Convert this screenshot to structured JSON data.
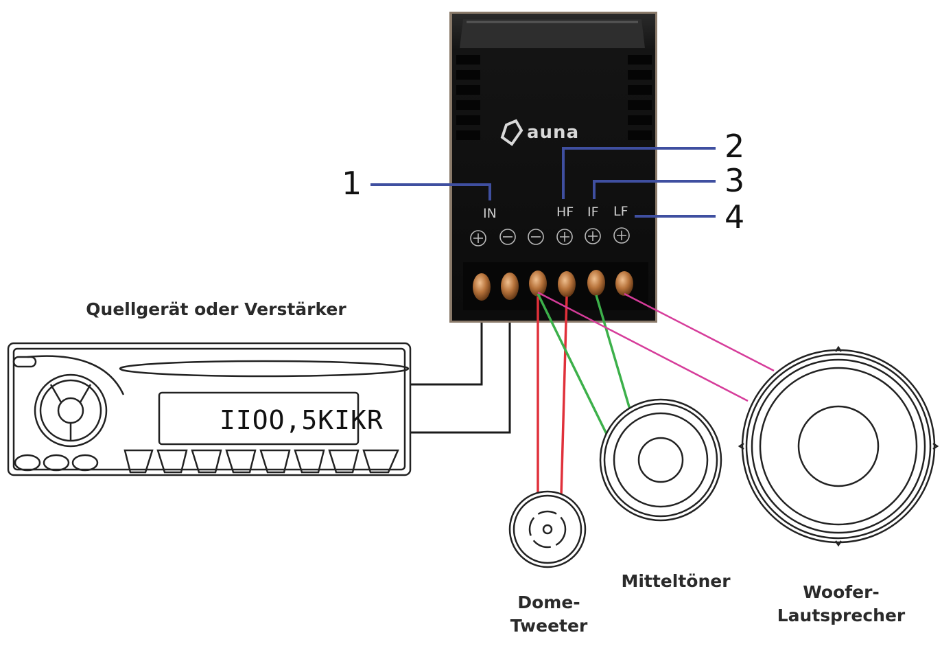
{
  "labels": {
    "source": "Quellgerät oder Verstärker",
    "tweeter": "Dome-\nTweeter",
    "midrange": "Mitteltöner",
    "woofer": "Woofer-\nLautsprecher"
  },
  "callouts": [
    "1",
    "2",
    "3",
    "4"
  ],
  "crossover": {
    "brand": "auna",
    "terminals": {
      "in": "IN",
      "hf": "HF",
      "if": "IF",
      "lf": "LF"
    }
  },
  "radio": {
    "display_text": "IIOO,5KIKR"
  },
  "colors": {
    "callout_line": "#3f4fa0",
    "wire_red": "#e0303a",
    "wire_green": "#3cb04a",
    "wire_magenta": "#d63c9a",
    "crossover_body": "#141414"
  }
}
